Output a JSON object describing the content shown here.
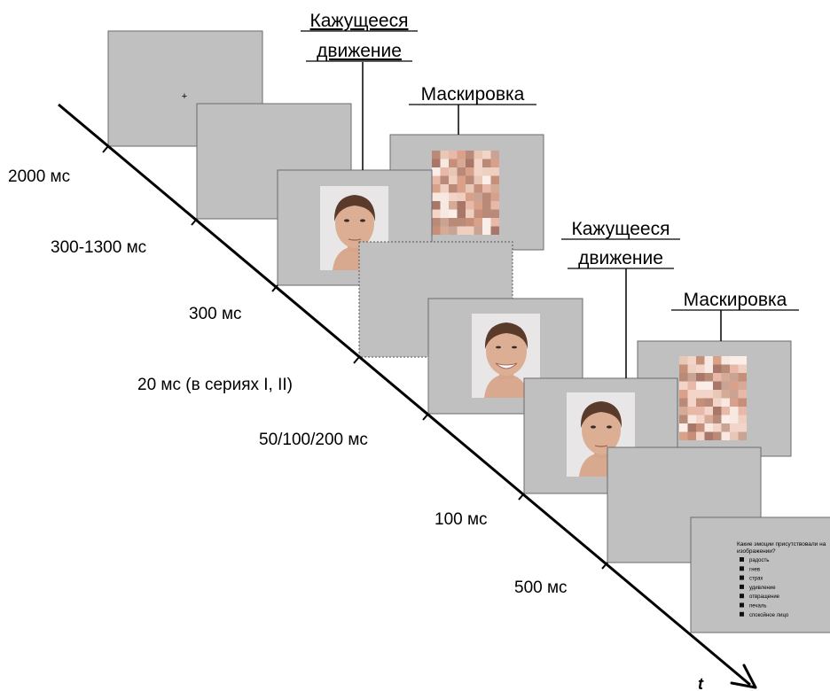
{
  "labels": {
    "apparent_motion_1": [
      "Кажущееся",
      "движение"
    ],
    "masking_1": "Маскировка",
    "apparent_motion_2": [
      "Кажущееся",
      "движение"
    ],
    "masking_2": "Маскировка"
  },
  "durations": [
    "2000 мс",
    "300-1300 мс",
    "300 мс",
    "20 мс (в сериях I, II)",
    "50/100/200 мс",
    "100 мс",
    "500 мс"
  ],
  "fixation_cross": "+",
  "time_axis_label": "t",
  "question": {
    "prompt": [
      "Какие эмоции присутствовали на",
      "изображении?"
    ],
    "options": [
      "радость",
      "гнев",
      "страх",
      "удивление",
      "отвращение",
      "печаль",
      "спокойное лицо"
    ]
  },
  "colors": {
    "screen_gray": "#c0c0c0",
    "face_background": "#e8e6e6"
  }
}
